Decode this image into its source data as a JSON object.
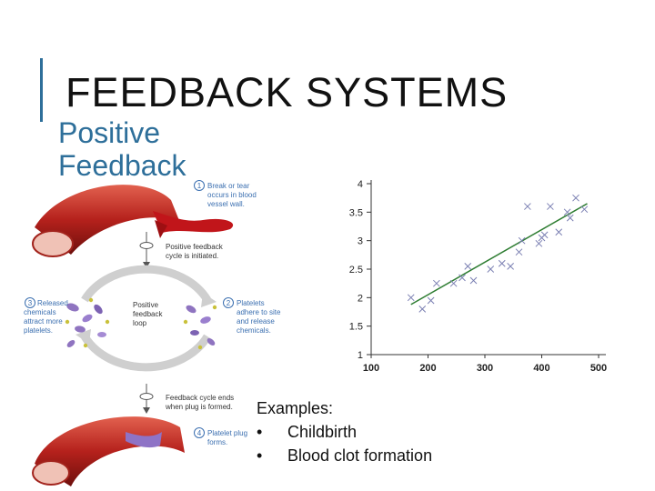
{
  "slide": {
    "title": "FEEDBACK SYSTEMS",
    "subtitle": "Positive Feedback",
    "accent_color": "#2e6f9a"
  },
  "diagram": {
    "steps": [
      {
        "num": "1",
        "lines": [
          "Break or tear",
          "occurs in blood",
          "vessel wall."
        ]
      },
      {
        "num": "2",
        "lines": [
          "Platelets",
          "adhere to site",
          "and release",
          "chemicals."
        ]
      },
      {
        "num": "3",
        "lines": [
          "Released",
          "chemicals",
          "attract more",
          "platelets."
        ]
      },
      {
        "num": "4",
        "lines": [
          "Platelet plug",
          "forms."
        ]
      }
    ],
    "initiated": [
      "Positive feedback",
      "cycle is initiated."
    ],
    "loop": [
      "Positive",
      "feedback",
      "loop"
    ],
    "ends": [
      "Feedback cycle ends",
      "when plug is formed."
    ]
  },
  "chart_data": {
    "type": "scatter",
    "title": "",
    "xlabel": "",
    "ylabel": "",
    "x_ticks": [
      "100",
      "200",
      "300",
      "400",
      "500"
    ],
    "y_ticks": [
      "1",
      "1.5",
      "2",
      "2.5",
      "3",
      "3.5",
      "4"
    ],
    "xlim": [
      100,
      500
    ],
    "ylim": [
      1,
      4
    ],
    "marker": "x",
    "marker_color": "#7a7fb2",
    "trendline": {
      "color": "#2e7d32",
      "from": [
        170,
        1.88
      ],
      "to": [
        480,
        3.65
      ]
    },
    "points": [
      [
        170,
        2.0
      ],
      [
        190,
        1.8
      ],
      [
        205,
        1.95
      ],
      [
        215,
        2.25
      ],
      [
        245,
        2.25
      ],
      [
        260,
        2.35
      ],
      [
        270,
        2.55
      ],
      [
        280,
        2.3
      ],
      [
        310,
        2.5
      ],
      [
        330,
        2.6
      ],
      [
        345,
        2.55
      ],
      [
        360,
        2.8
      ],
      [
        365,
        3.0
      ],
      [
        375,
        3.6
      ],
      [
        395,
        2.95
      ],
      [
        400,
        3.05
      ],
      [
        405,
        3.1
      ],
      [
        415,
        3.6
      ],
      [
        430,
        3.15
      ],
      [
        445,
        3.5
      ],
      [
        450,
        3.4
      ],
      [
        460,
        3.75
      ],
      [
        475,
        3.55
      ]
    ]
  },
  "examples": {
    "heading": "Examples:",
    "bullet": "•",
    "items": [
      "Childbirth",
      "Blood clot formation"
    ]
  }
}
